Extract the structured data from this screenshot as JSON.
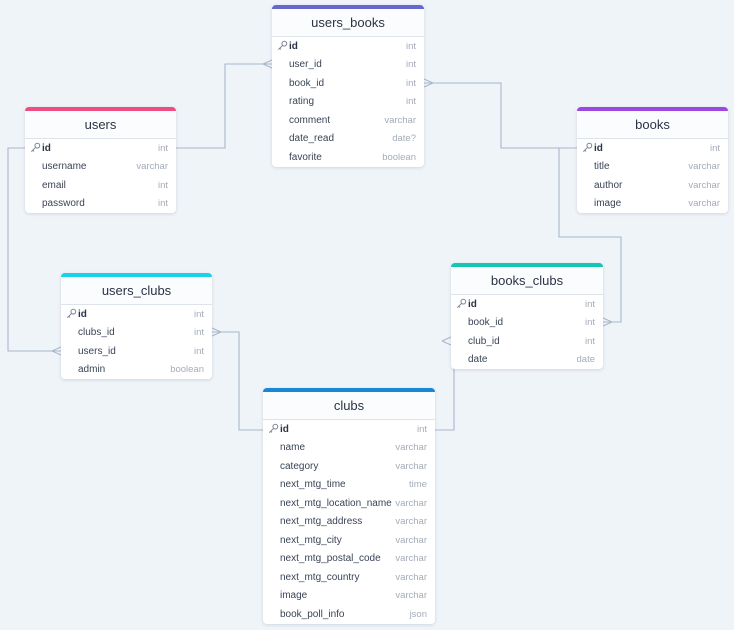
{
  "colors": {
    "background": "#eff4f8",
    "connector": "#a9b7cc",
    "users": "#ee4d82",
    "users_books": "#6667cf",
    "books": "#9c47e0",
    "users_clubs": "#19d2ea",
    "books_clubs": "#16c6b4",
    "clubs": "#1b85d6"
  },
  "tables": {
    "users_books": {
      "title": "users_books",
      "fields": [
        {
          "name": "id",
          "type": "int"
        },
        {
          "name": "user_id",
          "type": "int"
        },
        {
          "name": "book_id",
          "type": "int"
        },
        {
          "name": "rating",
          "type": "int"
        },
        {
          "name": "comment",
          "type": "varchar"
        },
        {
          "name": "date_read",
          "type": "date?"
        },
        {
          "name": "favorite",
          "type": "boolean"
        }
      ]
    },
    "users": {
      "title": "users",
      "fields": [
        {
          "name": "id",
          "type": "int"
        },
        {
          "name": "username",
          "type": "varchar"
        },
        {
          "name": "email",
          "type": "int"
        },
        {
          "name": "password",
          "type": "int"
        }
      ]
    },
    "books": {
      "title": "books",
      "fields": [
        {
          "name": "id",
          "type": "int"
        },
        {
          "name": "title",
          "type": "varchar"
        },
        {
          "name": "author",
          "type": "varchar"
        },
        {
          "name": "image",
          "type": "varchar"
        }
      ]
    },
    "users_clubs": {
      "title": "users_clubs",
      "fields": [
        {
          "name": "id",
          "type": "int"
        },
        {
          "name": "clubs_id",
          "type": "int"
        },
        {
          "name": "users_id",
          "type": "int"
        },
        {
          "name": "admin",
          "type": "boolean"
        }
      ]
    },
    "books_clubs": {
      "title": "books_clubs",
      "fields": [
        {
          "name": "id",
          "type": "int"
        },
        {
          "name": "book_id",
          "type": "int"
        },
        {
          "name": "club_id",
          "type": "int"
        },
        {
          "name": "date",
          "type": "date"
        }
      ]
    },
    "clubs": {
      "title": "clubs",
      "fields": [
        {
          "name": "id",
          "type": "int"
        },
        {
          "name": "name",
          "type": "varchar"
        },
        {
          "name": "category",
          "type": "varchar"
        },
        {
          "name": "next_mtg_time",
          "type": "time"
        },
        {
          "name": "next_mtg_location_name",
          "type": "varchar"
        },
        {
          "name": "next_mtg_address",
          "type": "varchar"
        },
        {
          "name": "next_mtg_city",
          "type": "varchar"
        },
        {
          "name": "next_mtg_postal_code",
          "type": "varchar"
        },
        {
          "name": "next_mtg_country",
          "type": "varchar"
        },
        {
          "name": "image",
          "type": "varchar"
        },
        {
          "name": "book_poll_info",
          "type": "json"
        }
      ]
    }
  },
  "relations": [
    {
      "from": "users.id",
      "to": "users_books.user_id"
    },
    {
      "from": "books.id",
      "to": "users_books.book_id"
    },
    {
      "from": "users.id",
      "to": "users_clubs.users_id"
    },
    {
      "from": "clubs.id",
      "to": "users_clubs.clubs_id"
    },
    {
      "from": "books.id",
      "to": "books_clubs.book_id"
    },
    {
      "from": "clubs.id",
      "to": "books_clubs.club_id"
    }
  ]
}
